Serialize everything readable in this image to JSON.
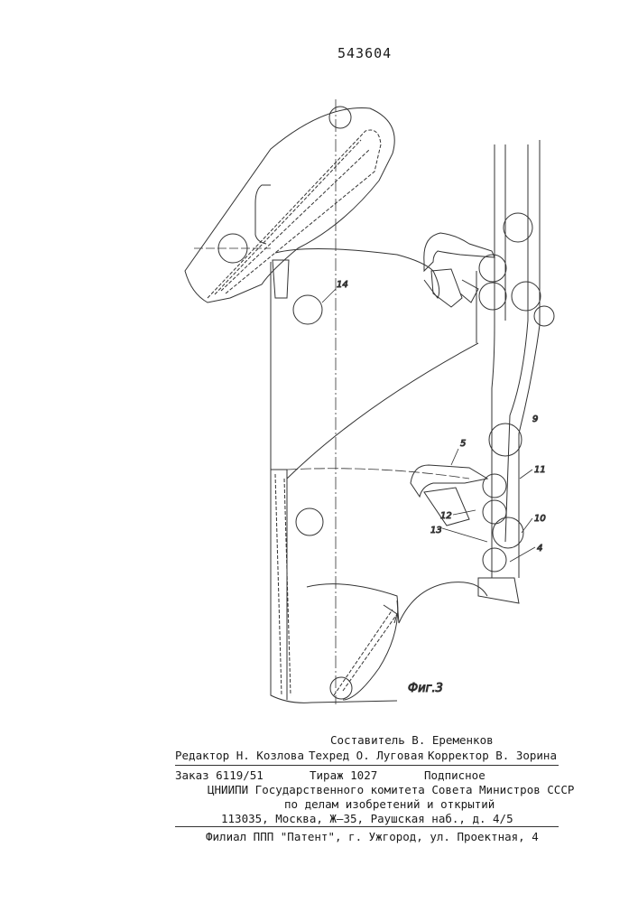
{
  "patent_number": "543604",
  "figure": {
    "caption": "Фиг.3",
    "labels": [
      "14",
      "9",
      "5",
      "11",
      "10",
      "12",
      "13",
      "4"
    ]
  },
  "imprint": {
    "compiler": "Составитель В. Еременков",
    "editor": "Редактор Н. Козлова",
    "techred": "Техред О. Луговая",
    "corrector": "Корректор В. Зорина",
    "order": "Заказ 6119/51",
    "circulation": "Тираж 1027",
    "subscription": "Подписное",
    "institute_1": "ЦНИИПИ Государственного комитета Совета Министров СССР",
    "institute_2": "по делам изобретений и открытий",
    "address": "113035, Москва, Ж–35, Раушская наб., д. 4/5",
    "branch": "Филиал ППП \"Патент\", г. Ужгород, ул. Проектная, 4"
  }
}
